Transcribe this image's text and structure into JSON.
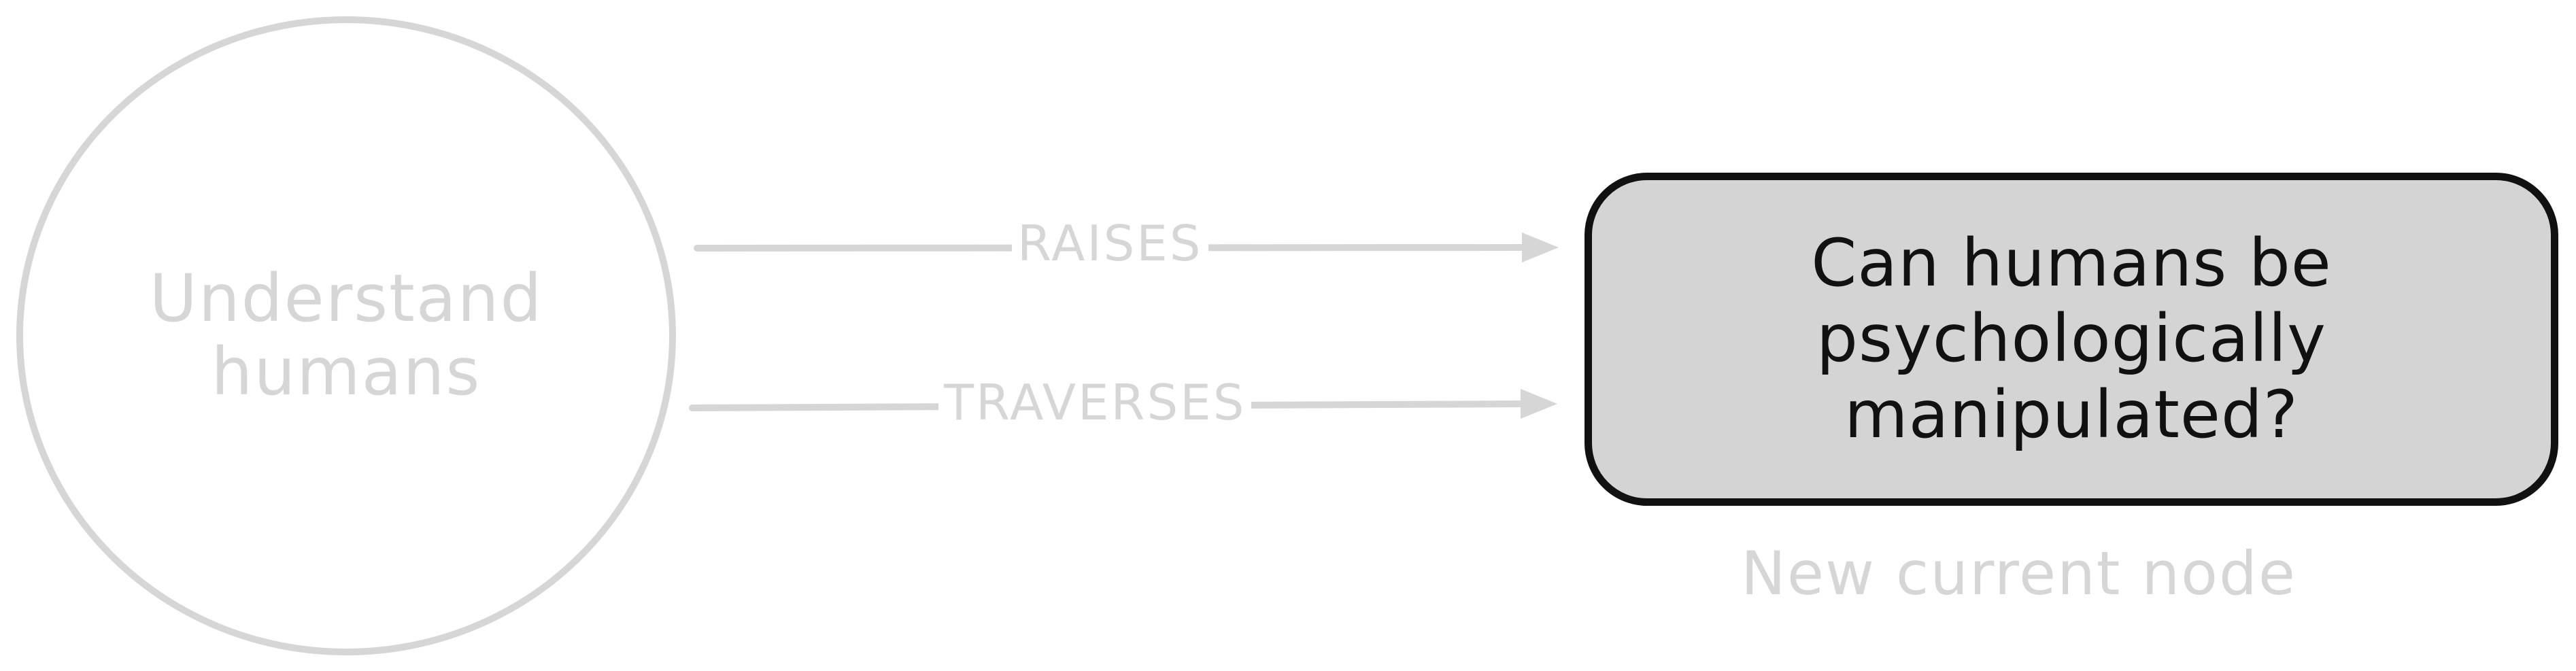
{
  "nodes": {
    "source": {
      "label_line1": "Understand",
      "label_line2": "humans"
    },
    "target": {
      "label_line1": "Can humans be",
      "label_line2": "psychologically",
      "label_line3": "manipulated?"
    }
  },
  "edges": [
    {
      "label": "RAISES"
    },
    {
      "label": "TRAVERSES"
    }
  ],
  "caption": "New current node",
  "colors": {
    "faded": "#d6d6d6",
    "active_border": "#111111",
    "active_fill": "#d4d4d4"
  }
}
